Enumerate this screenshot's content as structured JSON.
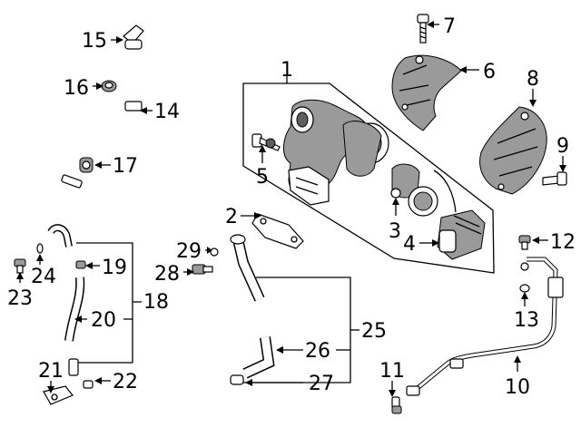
{
  "callouts": [
    {
      "id": "c1",
      "text": "1"
    },
    {
      "id": "c2",
      "text": "2"
    },
    {
      "id": "c3",
      "text": "3"
    },
    {
      "id": "c4",
      "text": "4"
    },
    {
      "id": "c5",
      "text": "5"
    },
    {
      "id": "c6",
      "text": "6"
    },
    {
      "id": "c7",
      "text": "7"
    },
    {
      "id": "c8",
      "text": "8"
    },
    {
      "id": "c9",
      "text": "9"
    },
    {
      "id": "c10",
      "text": "10"
    },
    {
      "id": "c11",
      "text": "11"
    },
    {
      "id": "c12",
      "text": "12"
    },
    {
      "id": "c13",
      "text": "13"
    },
    {
      "id": "c14",
      "text": "14"
    },
    {
      "id": "c15",
      "text": "15"
    },
    {
      "id": "c16",
      "text": "16"
    },
    {
      "id": "c17",
      "text": "17"
    },
    {
      "id": "c18",
      "text": "18"
    },
    {
      "id": "c19",
      "text": "19"
    },
    {
      "id": "c20",
      "text": "20"
    },
    {
      "id": "c21",
      "text": "21"
    },
    {
      "id": "c22",
      "text": "22"
    },
    {
      "id": "c23",
      "text": "23"
    },
    {
      "id": "c24",
      "text": "24"
    },
    {
      "id": "c25",
      "text": "25"
    },
    {
      "id": "c26",
      "text": "26"
    },
    {
      "id": "c27",
      "text": "27"
    },
    {
      "id": "c28",
      "text": "28"
    },
    {
      "id": "c29",
      "text": "29"
    }
  ]
}
